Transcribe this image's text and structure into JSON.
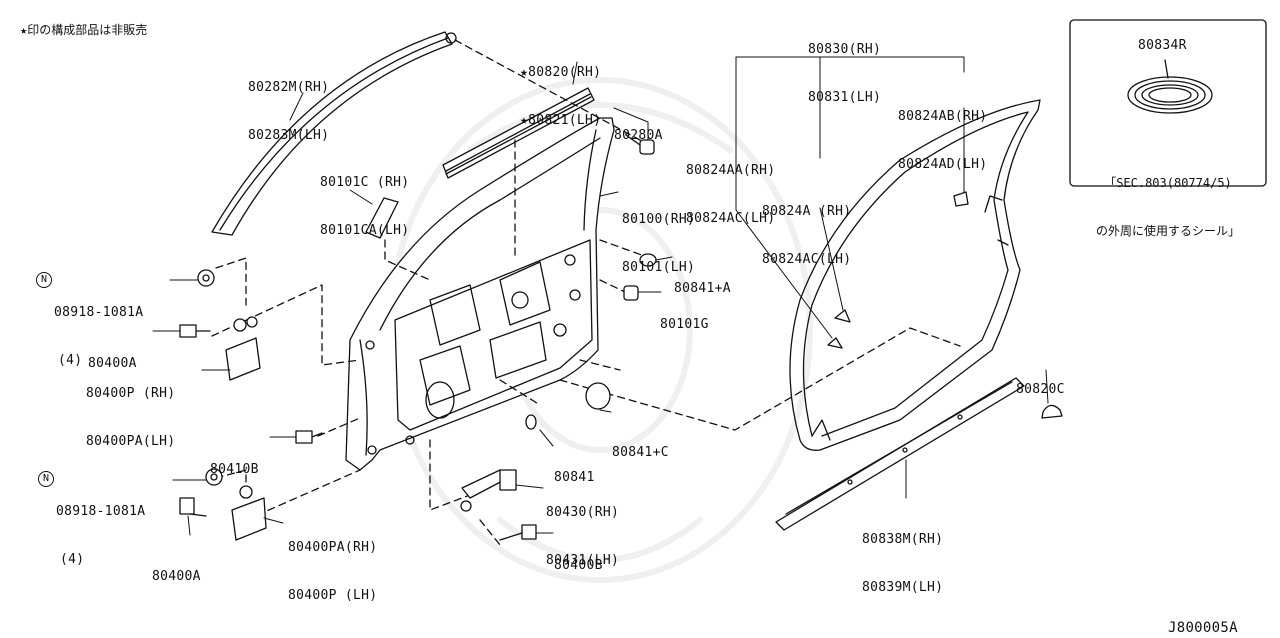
{
  "header_note": "★印の構成部品は非販売",
  "diagram_id": "J800005A",
  "labels": {
    "l80282": [
      "80282M(RH)",
      "80283M(LH)"
    ],
    "l80820": [
      "★80820(RH)",
      "★80821(LH)"
    ],
    "l80280A": [
      "80280A"
    ],
    "l80101C": [
      "80101C (RH)",
      "80101CA(LH)"
    ],
    "l80100": [
      "80100(RH)",
      "80101(LH)"
    ],
    "l80841A": [
      "80841+A"
    ],
    "l80101G": [
      "80101G"
    ],
    "l08918a": [
      "08918-1081A",
      "(4)"
    ],
    "l80400A1": [
      "80400A"
    ],
    "l80400P": [
      "80400P (RH)",
      "80400PA(LH)"
    ],
    "l80410B": [
      "80410B"
    ],
    "l80841C": [
      "80841+C"
    ],
    "l80841": [
      "80841"
    ],
    "l08918b": [
      "08918-1081A",
      "(4)"
    ],
    "l80400A2": [
      "80400A"
    ],
    "l80400PA": [
      "80400PA(RH)",
      "80400P (LH)"
    ],
    "l80430": [
      "80430(RH)",
      "80431(LH)"
    ],
    "l80400B": [
      "80400B"
    ],
    "l80830": [
      "80830(RH)",
      "80831(LH)"
    ],
    "l80824AA": [
      "80824AA(RH)",
      "80824AC(LH)"
    ],
    "l80824A": [
      "80824A (RH)",
      "80824AC(LH)"
    ],
    "l80824AB": [
      "80824AB(RH)",
      "80824AD(LH)"
    ],
    "l80820C": [
      "80820C"
    ],
    "l80838": [
      "80838M(RH)",
      "80839M(LH)"
    ]
  },
  "circle_mark": "N",
  "inset": {
    "part": "80834R",
    "note_lines": [
      "「SEC.803(80774/5)",
      "の外周に使用するシール」"
    ]
  }
}
